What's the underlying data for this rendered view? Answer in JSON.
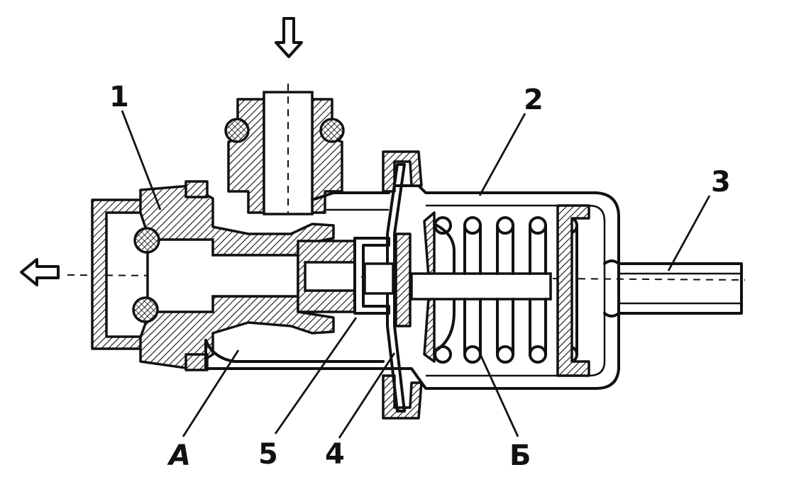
{
  "diagram": {
    "labels": {
      "part_1": "1",
      "part_2": "2",
      "part_3": "3",
      "part_4": "4",
      "part_5": "5",
      "chamber_a": "А",
      "chamber_b": "Б"
    },
    "arrows": {
      "inlet": "down-arrow-icon",
      "outlet": "left-arrow-icon"
    },
    "colors": {
      "ink": "#111111",
      "background": "#ffffff"
    }
  }
}
